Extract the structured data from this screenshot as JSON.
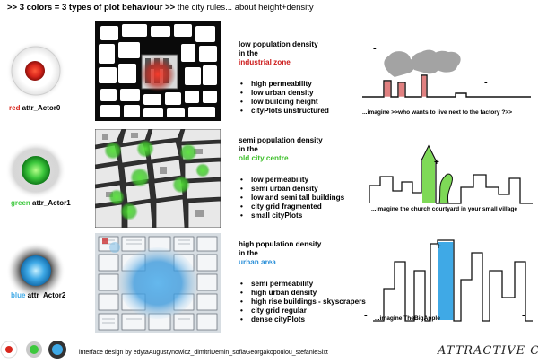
{
  "headline": {
    "bold": ">> 3 colors = 3 types of plot behaviour >>",
    "rest": " the city rules... about height+density"
  },
  "actors": [
    {
      "color_word": "red",
      "label": " attr_Actor",
      "index": "0",
      "color": "#d8261c",
      "map_caption_lines": [
        "low population density",
        "in the",
        "industrial zone"
      ],
      "zone_color": "#cc1a1a",
      "traits": [
        "high permeability",
        "low urban density",
        "low building height",
        "cityPlots unstructured"
      ],
      "imagine": "...imagine >>who wants to live next to the factory ?>>"
    },
    {
      "color_word": "green",
      "label": " attr_Actor",
      "index": "1",
      "color": "#3dc83d",
      "map_caption_lines": [
        "semi population density",
        "in the",
        "old city centre"
      ],
      "zone_color": "#3dbf2a",
      "traits": [
        "low permeability",
        "semi urban density",
        "low and semi tall buildings",
        "city grid fragmented",
        "small cityPlots"
      ],
      "imagine": "...imagine the church courtyard in your small village"
    },
    {
      "color_word": "blue",
      "label": " attr_Actor",
      "index": "2",
      "color": "#3fa9e6",
      "map_caption_lines": [
        "high population density",
        "in the",
        "urban area"
      ],
      "zone_color": "#2b8fd8",
      "traits": [
        "semi permeability",
        "high urban density",
        "high rise buildings - skyscrapers",
        "city grid regular",
        "dense cityPlots"
      ],
      "imagine": "...imagine TheBigApple"
    }
  ],
  "sketch_marks": {
    "plus": "+",
    "minus": "-"
  },
  "footer": {
    "credits": "interface design by edytaAugustynowicz_dimitriDemin_sofiaGeorgakopoulou_stefanieSixt",
    "logo": "ATTRACTIVE CITY"
  }
}
